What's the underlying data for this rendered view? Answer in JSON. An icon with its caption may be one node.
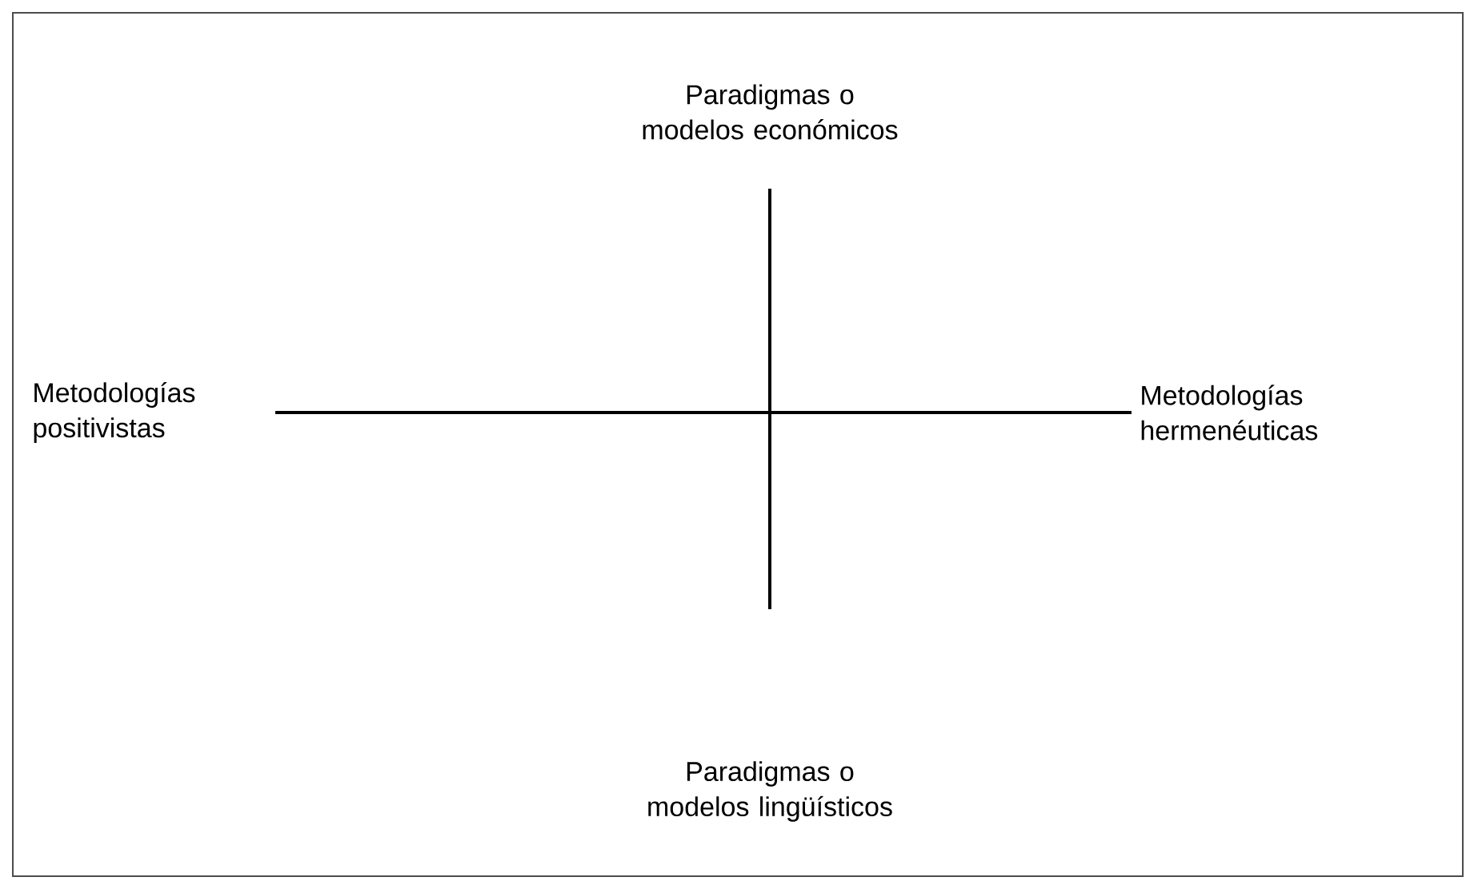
{
  "diagram": {
    "labels": [
      "Paradigmas o modelos económicos",
      "Metodologías positivistas",
      "Metodologías hermenéuticas",
      "Paradigmas o modelos lingüísticos"
    ]
  }
}
